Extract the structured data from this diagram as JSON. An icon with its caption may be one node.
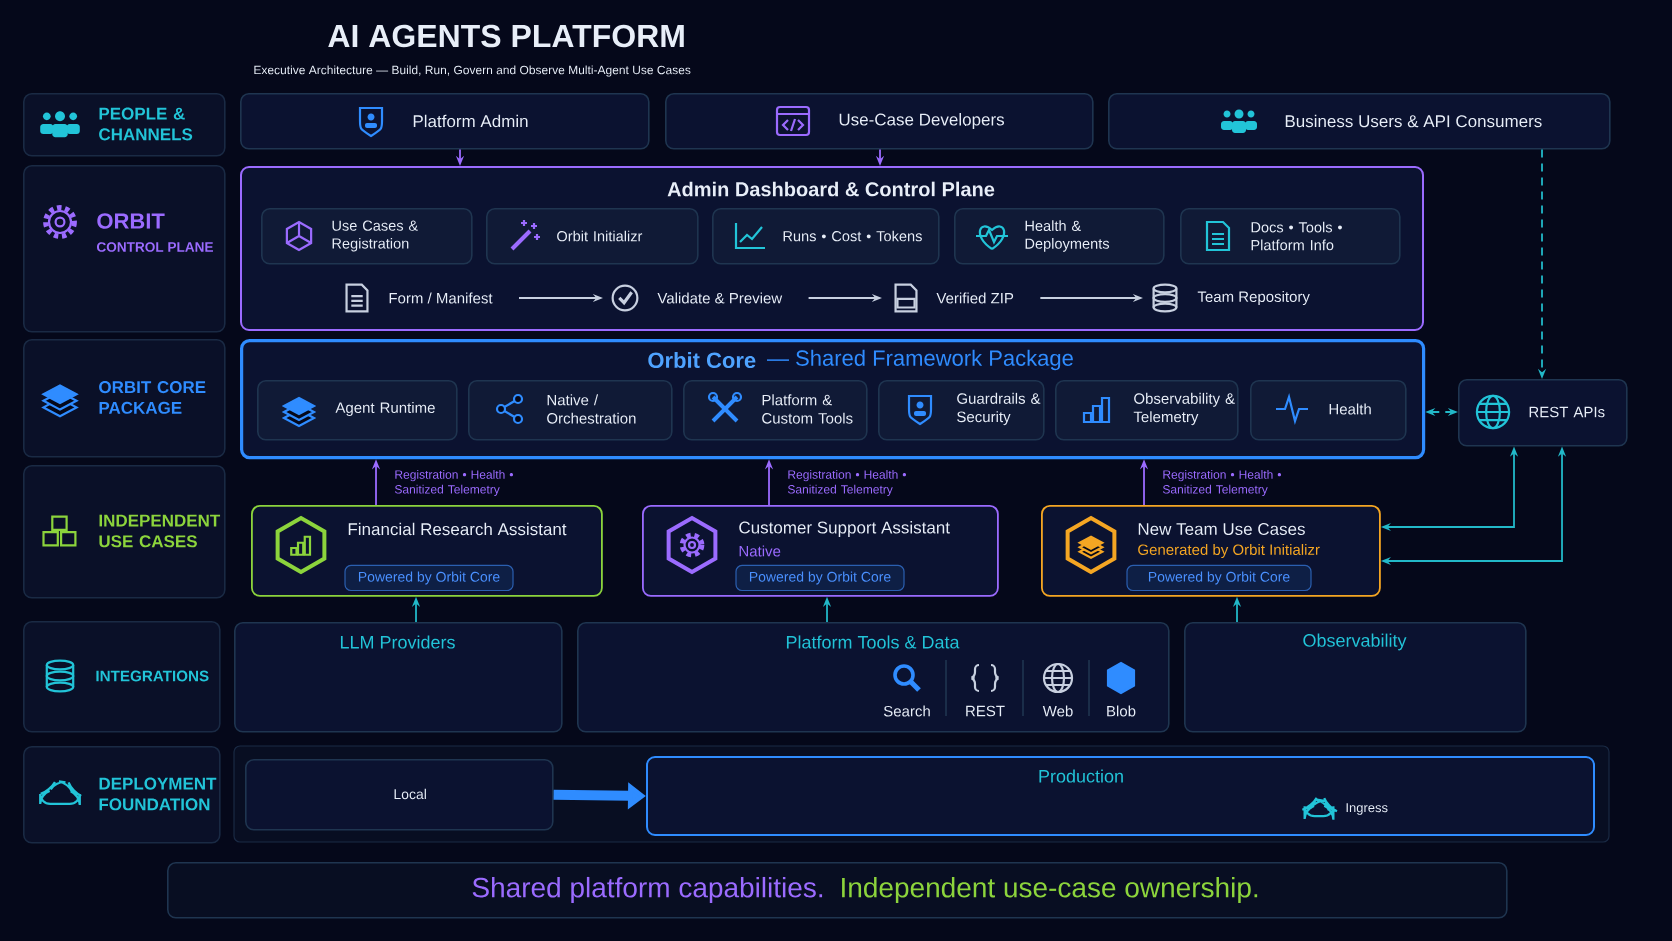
{
  "diagram": {
    "title": "AI AGENTS PLATFORM",
    "nodes": [
      {
        "text": [
          "PEOPLE & CHANNELS"
        ]
      },
      {
        "text": [
          "ORBIT",
          "CONTROL PLANE"
        ]
      },
      {
        "text": [
          "ORBIT CORE PACKAGE"
        ]
      },
      {
        "text": [
          "INDEPENDENT USE CASES"
        ]
      },
      {
        "text": [
          "INTEGRATIONS"
        ]
      },
      {
        "text": [
          "DEPLOYMENT FOUNDATION"
        ]
      },
      {
        "text": [
          "Platform Admin"
        ]
      },
      {
        "text": [
          "Use-Case Developers"
        ]
      },
      {
        "text": [
          "Business Users & API Consumers"
        ]
      },
      {
        "text": [
          "Admin Dashboard & Control Plane"
        ]
      },
      {
        "text": [
          "Use Cases & Registration"
        ],
        "in": 9
      },
      {
        "text": [
          "Orbit Initializr"
        ],
        "in": 9
      },
      {
        "text": [
          "Runs • Cost • Tokens"
        ],
        "in": 9
      },
      {
        "text": [
          "Health & Deployments"
        ],
        "in": 9
      },
      {
        "text": [
          "Docs • Tools • Platform Info"
        ],
        "in": 9
      },
      {
        "text": [
          "Form / Manifest"
        ],
        "in": 9
      },
      {
        "text": [
          "Validate & Preview"
        ],
        "in": 9
      },
      {
        "text": [
          "Verified ZIP"
        ],
        "in": 9
      },
      {
        "text": [
          "Team Repository"
        ],
        "in": 9
      },
      {
        "text": [
          "Orbit Core",
          "— Shared Framework Package"
        ]
      },
      {
        "text": [
          "Agent Runtime"
        ],
        "in": 19
      },
      {
        "text": [
          "Native / Orchestration"
        ],
        "in": 19
      },
      {
        "text": [
          "Platform & Custom Tools"
        ],
        "in": 19
      },
      {
        "text": [
          "Guardrails & Security"
        ],
        "in": 19
      },
      {
        "text": [
          "Observability & Telemetry"
        ],
        "in": 19
      },
      {
        "text": [
          "Health"
        ],
        "in": 19
      },
      {
        "text": [
          "REST APIs"
        ]
      },
      {
        "text": [
          "Financial Research Assistant",
          "Powered by Orbit Core"
        ]
      },
      {
        "text": [
          "Customer Support Assistant",
          "Native",
          "Powered by Orbit Core"
        ]
      },
      {
        "text": [
          "New Team Use Cases",
          "Generated by Orbit Initializr",
          "Powered by Orbit Core"
        ]
      },
      {
        "text": [
          "LLM Providers"
        ]
      },
      {
        "text": [
          "Platform Tools & Data",
          "Search",
          "REST",
          "Web",
          "Blob"
        ]
      },
      {
        "text": [
          "Observability"
        ]
      },
      {
        "text": [
          "Local"
        ]
      },
      {
        "text": [
          "Production",
          "Ingress"
        ]
      },
      {
        "text": [
          "Shared platform capabilities.",
          "Independent use-case ownership."
        ]
      }
    ],
    "edges": [
      {
        "from": 6,
        "to": 9,
        "arrow": "to",
        "color": "#9b6bff"
      },
      {
        "from": 7,
        "to": 9,
        "arrow": "to",
        "color": "#9b6bff"
      },
      {
        "from": 8,
        "to": 26,
        "arrow": "to",
        "style": "dashed"
      },
      {
        "from": 15,
        "to": 16,
        "arrow": "to",
        "color": "#c8d0e0"
      },
      {
        "from": 16,
        "to": 17,
        "arrow": "to",
        "color": "#c8d0e0"
      },
      {
        "from": 17,
        "to": 18,
        "arrow": "to",
        "color": "#c8d0e0"
      },
      {
        "from": 19,
        "to": 26,
        "arrow": "both",
        "style": "dashed"
      },
      {
        "from": 27,
        "to": 19,
        "arrow": "to",
        "label": "Registration • Health • Sanitized Telemetry",
        "color": "#9b6bff"
      },
      {
        "from": 28,
        "to": 19,
        "arrow": "to",
        "label": "Registration • Health • Sanitized Telemetry",
        "color": "#9b6bff"
      },
      {
        "from": 29,
        "to": 19,
        "arrow": "to",
        "label": "Registration • Health • Sanitized Telemetry",
        "color": "#9b6bff"
      },
      {
        "from": 26,
        "to": 29,
        "arrow": "both"
      },
      {
        "from": 26,
        "to": 29,
        "arrow": "both"
      },
      {
        "from": 30,
        "to": 27,
        "arrow": "to"
      },
      {
        "from": 31,
        "to": 28,
        "arrow": "to"
      },
      {
        "from": 32,
        "to": 29,
        "arrow": "to"
      },
      {
        "from": 33,
        "to": 34,
        "arrow": "to",
        "style": "thick",
        "color": "#2f8cff"
      }
    ],
    "labels": [
      "Executive Architecture — Build, Run, Govern and Observe Multi-Agent Use Cases"
    ]
  }
}
